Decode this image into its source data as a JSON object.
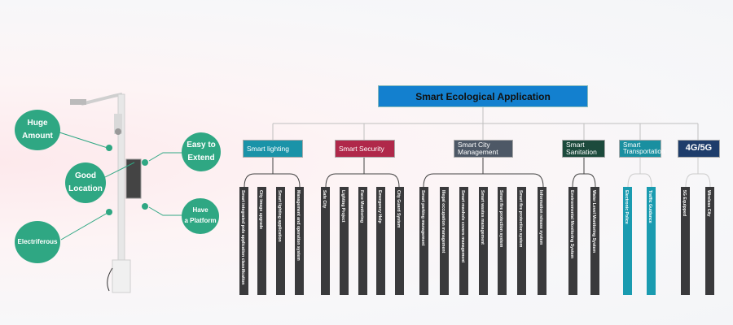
{
  "root": {
    "label": "Smart Ecological Application",
    "color": "#1380cf"
  },
  "features": [
    {
      "label": "Huge\nAmount"
    },
    {
      "label": "Good\nLocation"
    },
    {
      "label": "Electriferous"
    },
    {
      "label": "Easy to\nExtend"
    },
    {
      "label": "Have\na Platform"
    }
  ],
  "categories": [
    {
      "label": "Smart lighting",
      "color": "#1a93a8",
      "items": [
        "Smart integrated pole application classification",
        "City image upgrade",
        "Smart lighting application",
        "Management and operation system"
      ]
    },
    {
      "label": "Smart Security",
      "color": "#b0284a",
      "items": [
        "Safe    City",
        "Lighting    Project",
        "Face    Monitoring",
        "Emergency    Help",
        "City Guard  System"
      ]
    },
    {
      "label": "Smart City\nManagement",
      "color": "#4d5866",
      "items": [
        "Smart parking management",
        "Illegal occupation management",
        "Smart manhole covers management",
        "Smart wastes management",
        "Smart fire protection system",
        "Smart fire protection system",
        "Information release system"
      ]
    },
    {
      "label": "Smart\nSanitation",
      "color": "#1c4a3c",
      "items": [
        "Environmental Monitoring System",
        "Water Level Monitoring System"
      ]
    },
    {
      "label": "Smart\nTransportation",
      "color": "#1a8fa0",
      "items": [
        "Electronic    Police",
        "Traffic    Guidance"
      ]
    },
    {
      "label": "4G/5G",
      "color": "#1e3d6b",
      "items": [
        "5G    Equipped",
        "Wireless    City"
      ]
    }
  ]
}
